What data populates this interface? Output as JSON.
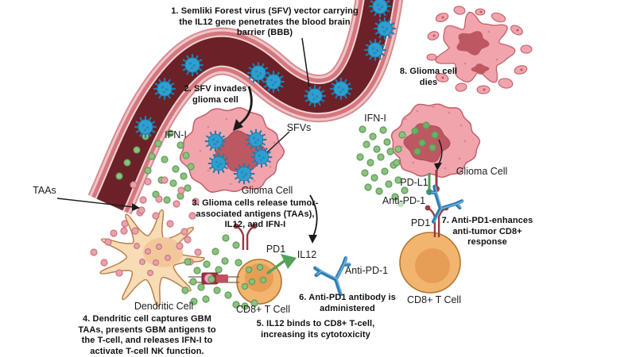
{
  "figure": "Mechanism diagram of SFV vector IL12 glioma immunotherapy",
  "steps": [
    {
      "lines": [
        "1. Semliki Forest virus (SFV) vector carrying",
        "the IL12 gene penetrates the blood brain",
        "barrier (BBB)"
      ]
    },
    {
      "lines": [
        "2. SFV invades",
        "glioma cell"
      ]
    },
    {
      "lines": [
        "3. Glioma cells release tumor-",
        "associated antigens (TAAs),",
        "IL12, and IFN-I"
      ]
    },
    {
      "lines": [
        "4. Dendritic cell captures GBM",
        "TAAs, presents GBM antigens to",
        "the T-cell, and releases IFN-I to",
        "activate T-cell NK function."
      ]
    },
    {
      "lines": [
        "5. IL12 binds to CD8+ T-cell,",
        "increasing its cytotoxicity"
      ]
    },
    {
      "lines": [
        "6. Anti-PD1 antibody is",
        "administered"
      ]
    },
    {
      "lines": [
        "7. Anti-PD1-enhances",
        "anti-tumor CD8+",
        "response"
      ]
    },
    {
      "lines": [
        "8. Glioma cell",
        "dies"
      ]
    }
  ],
  "labels": {
    "ifn_left": "IFN-I",
    "taas": "TAAs",
    "sfvs": "SFVs",
    "glioma_center": "Glioma Cell",
    "dendritic": "Dendritic Cell",
    "cd8_center": "CD8+ T Cell",
    "pd1_center": "PD1",
    "il12": "IL12",
    "anti_pd1_center": "Anti-PD-1",
    "ifn_right": "IFN-I",
    "glioma_right": "Glioma Cell",
    "pdl1": "PD-L1",
    "anti_pd1_right": "Anti-PD-1",
    "pd1_right": "PD1",
    "cd8_right": "CD8+ T Cell"
  },
  "icons": {
    "sfv_virus": "virus-particle-icon",
    "antibody": "antibody-y-icon",
    "receptor": "receptor-y-icon"
  },
  "colors": {
    "vessel_lumen": "#6b2127",
    "vessel_wall": "#d5767e",
    "vessel_outer_light": "#eec6c7",
    "vessel_outer_edge": "#d78b90",
    "vessel_lining": "#f3d5d5",
    "virus_fill": "#2f9fd0",
    "virus_dark": "#1d7fae",
    "glioma_body": "#f2a4ad",
    "glioma_outline": "#c0606c",
    "glioma_nucleus": "#bd5862",
    "glioma_nucleus_edge": "#a84b55",
    "glioma_speckle": "#d6848e",
    "dendritic_body": "#f8dcb6",
    "dendritic_outline": "#bc7f4a",
    "dendritic_nucleus": "#f2c89b",
    "tcell_body": "#f2b570",
    "tcell_outline": "#b0752e",
    "tcell_nucleus": "#e69d55",
    "green_dot": "#8cc180",
    "green_dot_dark": "#5d9c55",
    "green_dot_deep": "#6fae67",
    "pink_dot": "#e8a2ab",
    "pink_dot_dark": "#cf7480",
    "antibody_blue": "#2e7cb5",
    "antibody_light": "#72b1d8",
    "receptor_maroon": "#9b3a42",
    "receptor_green": "#4f9b55",
    "il12_green": "#57a25b",
    "synapse_block1": "#9e2f3d",
    "synapse_block2": "#c24f5e",
    "synapse_ball": "#f0a9c0",
    "synapse_ball_edge": "#d987a8",
    "synapse_line": "#7a5c49",
    "arrow": "#1a1a1a",
    "text": "#111111"
  }
}
